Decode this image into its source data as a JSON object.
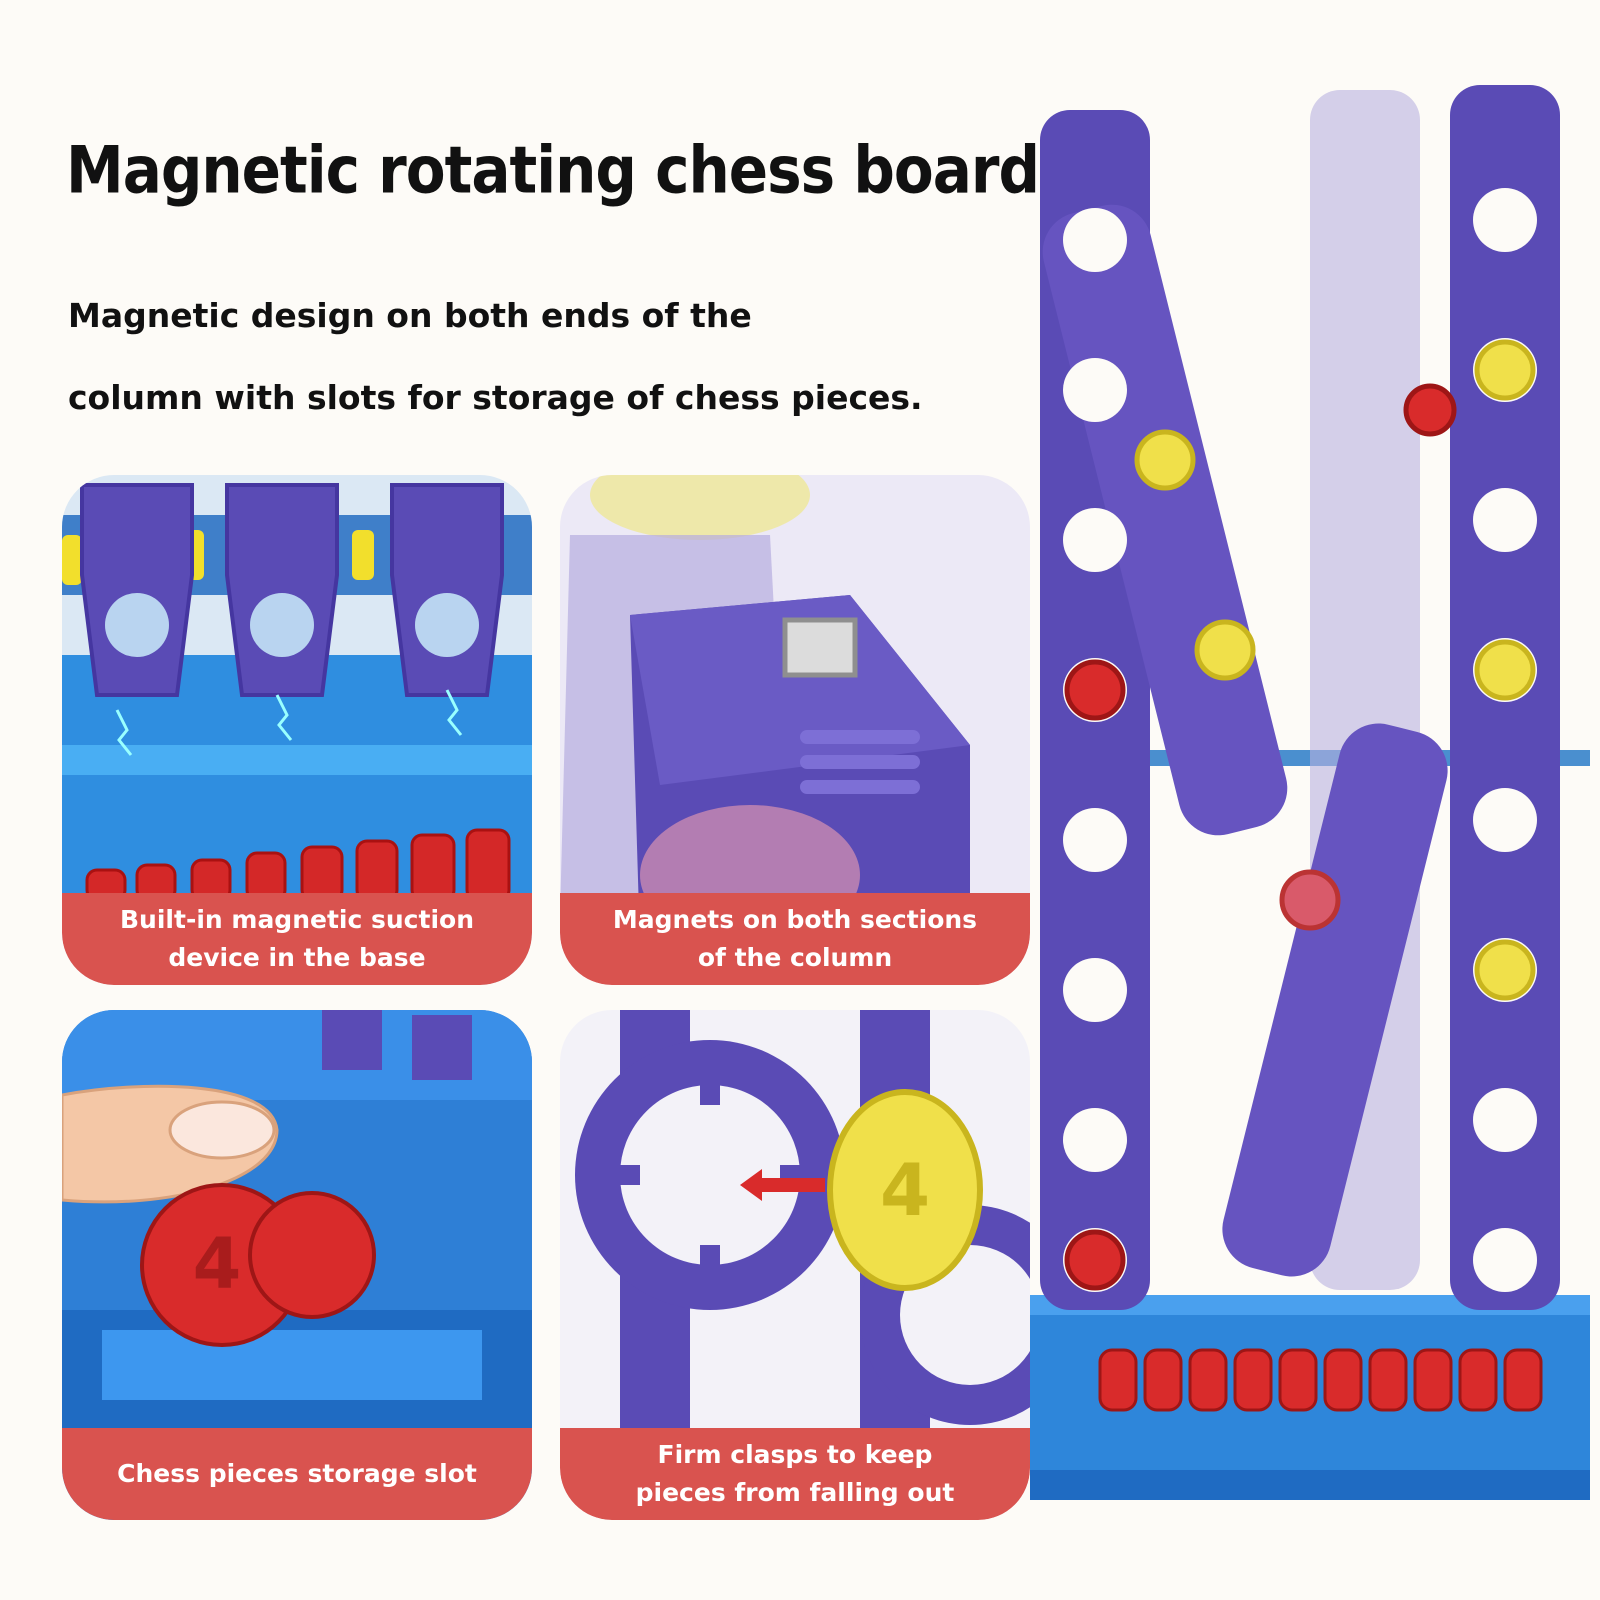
{
  "title": "Magnetic rotating chess board",
  "description": {
    "line1": "Magnetic design on both ends of the",
    "line2": "column with slots for storage of chess pieces."
  },
  "panels": [
    {
      "caption_line1": "Built-in magnetic suction",
      "caption_line2": "device in the base"
    },
    {
      "caption_line1": "Magnets on both sections",
      "caption_line2": "of the column"
    },
    {
      "caption_line1": "Chess pieces storage slot"
    },
    {
      "caption_line1": "Firm clasps to keep",
      "caption_line2": "pieces from falling out"
    }
  ],
  "colors": {
    "background": "#fdfbf7",
    "column_purple": "#5a4bb5",
    "base_blue": "#2b86d6",
    "caption_red": "#d9534f",
    "piece_red": "#d92b2b",
    "piece_yellow": "#f0e04a"
  },
  "piece_mark": "4"
}
